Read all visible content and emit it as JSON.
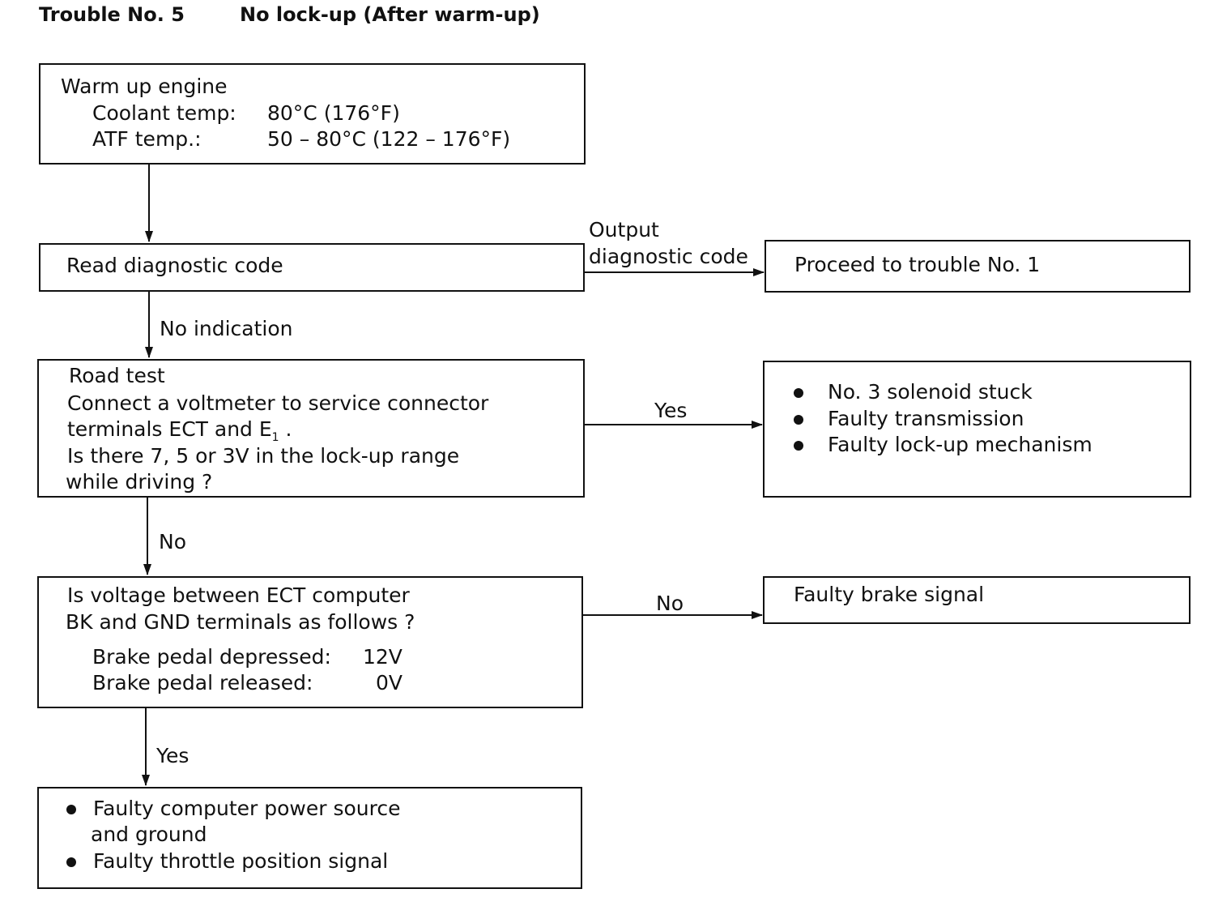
{
  "header": {
    "trouble_no": "Trouble No. 5",
    "title": "No lock-up (After warm-up)"
  },
  "nodes": {
    "warmup": {
      "line1": "Warm up engine",
      "coolant_label": "Coolant temp:",
      "coolant_value": "80°C (176°F)",
      "atf_label": "ATF temp.:",
      "atf_value": "50 – 80°C (122 – 176°F)"
    },
    "read_code": {
      "text": "Read diagnostic code"
    },
    "proceed": {
      "text": "Proceed to trouble No. 1"
    },
    "road_test": {
      "line1": "Road test",
      "line2": "Connect a voltmeter to service connector",
      "line3_a": "terminals ECT and E",
      "line3_sub": "1",
      "line3_b": " .",
      "line4": "Is there 7, 5 or 3V in the lock-up range",
      "line5": "while driving ?"
    },
    "solenoid": {
      "items": [
        "No. 3 solenoid stuck",
        "Faulty transmission",
        "Faulty lock-up mechanism"
      ]
    },
    "voltage": {
      "line1": "Is voltage between ECT computer",
      "line2": "BK and GND terminals as follows ?",
      "depressed_label": "Brake pedal depressed:",
      "depressed_value": "12V",
      "released_label": "Brake pedal released:",
      "released_value": "0V"
    },
    "brake": {
      "text": "Faulty brake signal"
    },
    "final": {
      "item1_line1": "Faulty computer power source",
      "item1_line2": "and ground",
      "item2": "Faulty throttle position signal"
    }
  },
  "edges": {
    "output_label_1": "Output",
    "output_label_2": "diagnostic code",
    "no_indication": "No indication",
    "yes_1": "Yes",
    "no_1": "No",
    "no_2": "No",
    "yes_2": "Yes"
  }
}
